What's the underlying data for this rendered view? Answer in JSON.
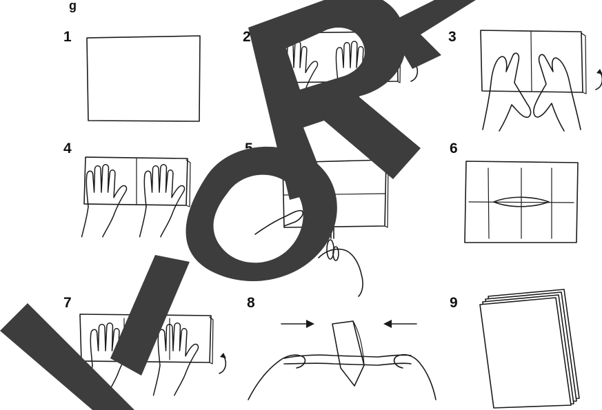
{
  "steps": [
    {
      "number": "1"
    },
    {
      "number": "2"
    },
    {
      "number": "3"
    },
    {
      "number": "4"
    },
    {
      "number": "5"
    },
    {
      "number": "6"
    },
    {
      "number": "7"
    },
    {
      "number": "8"
    },
    {
      "number": "9"
    }
  ],
  "header": {
    "partial_text": "g"
  },
  "watermark": {
    "text": "VORR",
    "color": "#3d3d3d"
  },
  "icons": [
    "hand-icon",
    "curved-arrow-icon",
    "scissors-icon",
    "arrow-right-icon",
    "arrow-left-icon",
    "booklet-icon"
  ]
}
